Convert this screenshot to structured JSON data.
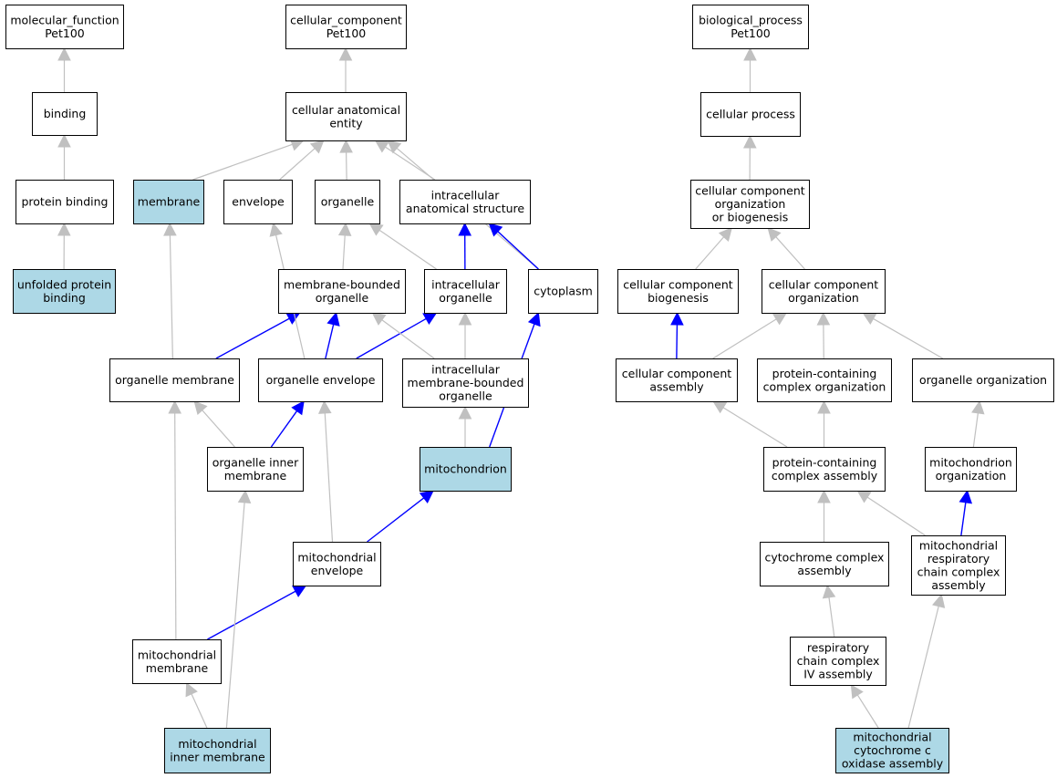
{
  "colors": {
    "default_fill": "#ffffff",
    "highlight_fill": "#add8e6",
    "is_a_edge": "#c0c0c0",
    "part_of_edge": "#0000ff"
  },
  "nodes": [
    {
      "id": "mf_root",
      "lines": [
        "molecular_function",
        "Pet100"
      ],
      "highlight": false
    },
    {
      "id": "binding",
      "lines": [
        "binding"
      ],
      "highlight": false
    },
    {
      "id": "protein_binding",
      "lines": [
        "protein binding"
      ],
      "highlight": false
    },
    {
      "id": "unfolded_protein_binding",
      "lines": [
        "unfolded protein",
        "binding"
      ],
      "highlight": true
    },
    {
      "id": "cc_root",
      "lines": [
        "cellular_component",
        "Pet100"
      ],
      "highlight": false
    },
    {
      "id": "cellular_anatomical_entity",
      "lines": [
        "cellular anatomical",
        "entity"
      ],
      "highlight": false
    },
    {
      "id": "membrane",
      "lines": [
        "membrane"
      ],
      "highlight": true
    },
    {
      "id": "envelope",
      "lines": [
        "envelope"
      ],
      "highlight": false
    },
    {
      "id": "organelle",
      "lines": [
        "organelle"
      ],
      "highlight": false
    },
    {
      "id": "intracellular_anatomical_structure",
      "lines": [
        "intracellular",
        "anatomical structure"
      ],
      "highlight": false
    },
    {
      "id": "membrane_bounded_organelle",
      "lines": [
        "membrane-bounded",
        "organelle"
      ],
      "highlight": false
    },
    {
      "id": "intracellular_organelle",
      "lines": [
        "intracellular",
        "organelle"
      ],
      "highlight": false
    },
    {
      "id": "cytoplasm",
      "lines": [
        "cytoplasm"
      ],
      "highlight": false
    },
    {
      "id": "organelle_membrane",
      "lines": [
        "organelle membrane"
      ],
      "highlight": false
    },
    {
      "id": "organelle_envelope",
      "lines": [
        "organelle envelope"
      ],
      "highlight": false
    },
    {
      "id": "intracellular_mbo",
      "lines": [
        "intracellular",
        "membrane-bounded",
        "organelle"
      ],
      "highlight": false
    },
    {
      "id": "organelle_inner_membrane",
      "lines": [
        "organelle inner",
        "membrane"
      ],
      "highlight": false
    },
    {
      "id": "mitochondrion",
      "lines": [
        "mitochondrion"
      ],
      "highlight": true
    },
    {
      "id": "mitochondrial_envelope",
      "lines": [
        "mitochondrial",
        "envelope"
      ],
      "highlight": false
    },
    {
      "id": "mitochondrial_membrane",
      "lines": [
        "mitochondrial",
        "membrane"
      ],
      "highlight": false
    },
    {
      "id": "mitochondrial_inner_membrane",
      "lines": [
        "mitochondrial",
        "inner membrane"
      ],
      "highlight": true
    },
    {
      "id": "bp_root",
      "lines": [
        "biological_process",
        "Pet100"
      ],
      "highlight": false
    },
    {
      "id": "cellular_process",
      "lines": [
        "cellular process"
      ],
      "highlight": false
    },
    {
      "id": "ccob",
      "lines": [
        "cellular component",
        "organization",
        "or biogenesis"
      ],
      "highlight": false
    },
    {
      "id": "cc_biogenesis",
      "lines": [
        "cellular component",
        "biogenesis"
      ],
      "highlight": false
    },
    {
      "id": "cc_organization",
      "lines": [
        "cellular component",
        "organization"
      ],
      "highlight": false
    },
    {
      "id": "cc_assembly",
      "lines": [
        "cellular component",
        "assembly"
      ],
      "highlight": false
    },
    {
      "id": "pc_complex_organization",
      "lines": [
        "protein-containing",
        "complex organization"
      ],
      "highlight": false
    },
    {
      "id": "organelle_organization",
      "lines": [
        "organelle organization"
      ],
      "highlight": false
    },
    {
      "id": "pc_complex_assembly",
      "lines": [
        "protein-containing",
        "complex assembly"
      ],
      "highlight": false
    },
    {
      "id": "mitochondrion_organization",
      "lines": [
        "mitochondrion",
        "organization"
      ],
      "highlight": false
    },
    {
      "id": "cytochrome_complex_assembly",
      "lines": [
        "cytochrome complex",
        "assembly"
      ],
      "highlight": false
    },
    {
      "id": "mrcca",
      "lines": [
        "mitochondrial",
        "respiratory",
        "chain complex",
        "assembly"
      ],
      "highlight": false
    },
    {
      "id": "rcc_iv_assembly",
      "lines": [
        "respiratory",
        "chain complex",
        "IV assembly"
      ],
      "highlight": false
    },
    {
      "id": "mcoa",
      "lines": [
        "mitochondrial",
        "cytochrome c",
        "oxidase assembly"
      ],
      "highlight": true
    }
  ],
  "edges": [
    {
      "from": "binding",
      "to": "mf_root",
      "type": "is_a"
    },
    {
      "from": "protein_binding",
      "to": "binding",
      "type": "is_a"
    },
    {
      "from": "unfolded_protein_binding",
      "to": "protein_binding",
      "type": "is_a"
    },
    {
      "from": "cellular_anatomical_entity",
      "to": "cc_root",
      "type": "is_a"
    },
    {
      "from": "membrane",
      "to": "cellular_anatomical_entity",
      "type": "is_a"
    },
    {
      "from": "envelope",
      "to": "cellular_anatomical_entity",
      "type": "is_a"
    },
    {
      "from": "organelle",
      "to": "cellular_anatomical_entity",
      "type": "is_a"
    },
    {
      "from": "intracellular_anatomical_structure",
      "to": "cellular_anatomical_entity",
      "type": "is_a"
    },
    {
      "from": "cytoplasm",
      "to": "cellular_anatomical_entity",
      "type": "is_a"
    },
    {
      "from": "membrane_bounded_organelle",
      "to": "organelle",
      "type": "is_a"
    },
    {
      "from": "intracellular_organelle",
      "to": "organelle",
      "type": "is_a"
    },
    {
      "from": "intracellular_organelle",
      "to": "intracellular_anatomical_structure",
      "type": "part_of"
    },
    {
      "from": "cytoplasm",
      "to": "intracellular_anatomical_structure",
      "type": "part_of"
    },
    {
      "from": "organelle_membrane",
      "to": "membrane",
      "type": "is_a"
    },
    {
      "from": "organelle_membrane",
      "to": "membrane_bounded_organelle",
      "type": "part_of"
    },
    {
      "from": "organelle_envelope",
      "to": "envelope",
      "type": "is_a"
    },
    {
      "from": "organelle_envelope",
      "to": "membrane_bounded_organelle",
      "type": "part_of"
    },
    {
      "from": "organelle_envelope",
      "to": "intracellular_organelle",
      "type": "part_of"
    },
    {
      "from": "intracellular_mbo",
      "to": "membrane_bounded_organelle",
      "type": "is_a"
    },
    {
      "from": "intracellular_mbo",
      "to": "intracellular_organelle",
      "type": "is_a"
    },
    {
      "from": "organelle_inner_membrane",
      "to": "organelle_membrane",
      "type": "is_a"
    },
    {
      "from": "organelle_inner_membrane",
      "to": "organelle_envelope",
      "type": "part_of"
    },
    {
      "from": "mitochondrion",
      "to": "intracellular_mbo",
      "type": "is_a"
    },
    {
      "from": "mitochondrion",
      "to": "cytoplasm",
      "type": "part_of"
    },
    {
      "from": "mitochondrial_envelope",
      "to": "organelle_envelope",
      "type": "is_a"
    },
    {
      "from": "mitochondrial_envelope",
      "to": "mitochondrion",
      "type": "part_of"
    },
    {
      "from": "mitochondrial_membrane",
      "to": "organelle_membrane",
      "type": "is_a"
    },
    {
      "from": "mitochondrial_membrane",
      "to": "mitochondrial_envelope",
      "type": "part_of"
    },
    {
      "from": "mitochondrial_inner_membrane",
      "to": "mitochondrial_membrane",
      "type": "is_a"
    },
    {
      "from": "mitochondrial_inner_membrane",
      "to": "organelle_inner_membrane",
      "type": "is_a"
    },
    {
      "from": "cellular_process",
      "to": "bp_root",
      "type": "is_a"
    },
    {
      "from": "ccob",
      "to": "cellular_process",
      "type": "is_a"
    },
    {
      "from": "cc_biogenesis",
      "to": "ccob",
      "type": "is_a"
    },
    {
      "from": "cc_organization",
      "to": "ccob",
      "type": "is_a"
    },
    {
      "from": "cc_assembly",
      "to": "cc_biogenesis",
      "type": "part_of"
    },
    {
      "from": "cc_assembly",
      "to": "cc_organization",
      "type": "is_a"
    },
    {
      "from": "pc_complex_organization",
      "to": "cc_organization",
      "type": "is_a"
    },
    {
      "from": "organelle_organization",
      "to": "cc_organization",
      "type": "is_a"
    },
    {
      "from": "pc_complex_assembly",
      "to": "cc_assembly",
      "type": "is_a"
    },
    {
      "from": "pc_complex_assembly",
      "to": "pc_complex_organization",
      "type": "is_a"
    },
    {
      "from": "mitochondrion_organization",
      "to": "organelle_organization",
      "type": "is_a"
    },
    {
      "from": "cytochrome_complex_assembly",
      "to": "pc_complex_assembly",
      "type": "is_a"
    },
    {
      "from": "mrcca",
      "to": "pc_complex_assembly",
      "type": "is_a"
    },
    {
      "from": "mrcca",
      "to": "mitochondrion_organization",
      "type": "part_of"
    },
    {
      "from": "rcc_iv_assembly",
      "to": "cytochrome_complex_assembly",
      "type": "is_a"
    },
    {
      "from": "mcoa",
      "to": "rcc_iv_assembly",
      "type": "is_a"
    },
    {
      "from": "mcoa",
      "to": "mrcca",
      "type": "is_a"
    }
  ]
}
